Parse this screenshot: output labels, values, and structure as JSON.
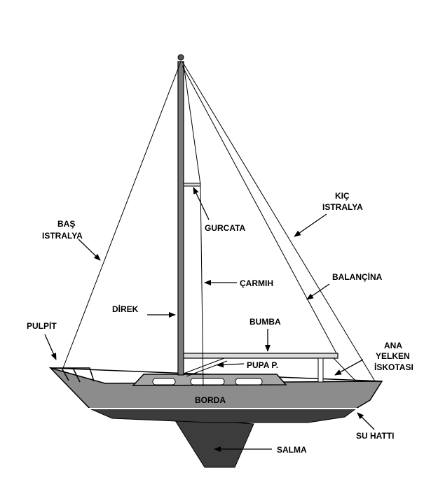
{
  "labels": {
    "bas_istralya_1": "BAŞ",
    "bas_istralya_2": "ISTRALYA",
    "kic_istralya_1": "KIÇ",
    "kic_istralya_2": "ISTRALYA",
    "gurcata": "GURCATA",
    "carmih": "ÇARMIH",
    "balancina": "BALANÇİNA",
    "direk": "DİREK",
    "bumba": "BUMBA",
    "pulpit": "PULPİT",
    "pupa": "PUPA P.",
    "ana_1": "ANA",
    "ana_2": "YELKEN",
    "ana_3": "İSKOTASI",
    "borda": "BORDA",
    "su_hatti": "SU HATTI",
    "salma": "SALMA"
  },
  "colors": {
    "hull": "#8c8c8c",
    "hull_bottom": "#3c3c3c",
    "keel": "#3c3c3c",
    "cabin": "#a6a6a6",
    "mast": "#7a7a7a",
    "line": "#000000"
  }
}
